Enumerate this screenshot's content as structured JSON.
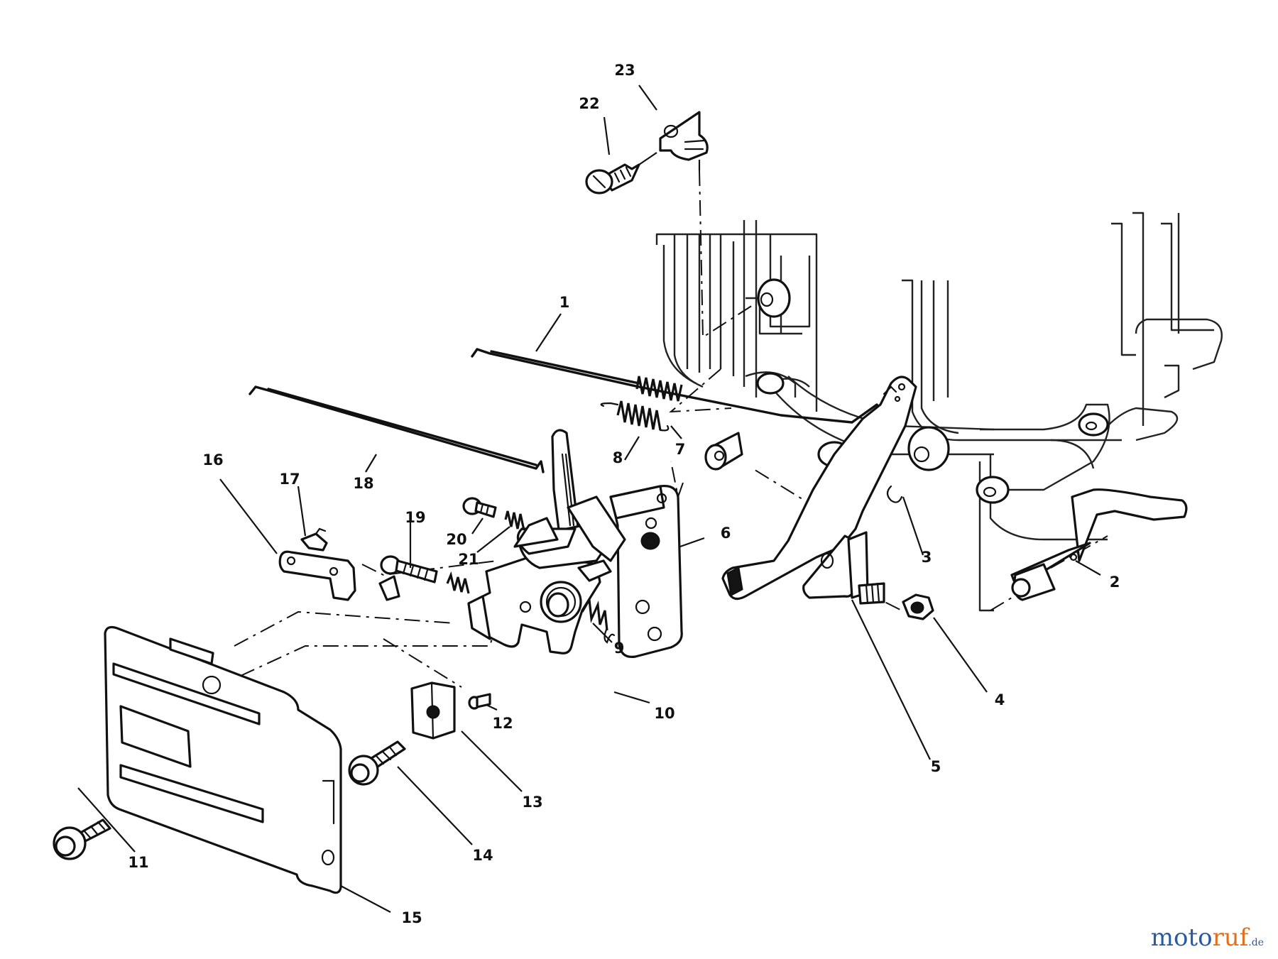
{
  "callouts": {
    "c1": "1",
    "c2": "2",
    "c3": "3",
    "c4": "4",
    "c5": "5",
    "c6": "6",
    "c7": "7",
    "c8": "8",
    "c9": "9",
    "c10": "10",
    "c11": "11",
    "c12": "12",
    "c13": "13",
    "c14": "14",
    "c15": "15",
    "c16": "16",
    "c17": "17",
    "c18": "18",
    "c19": "19",
    "c20": "20",
    "c21": "21",
    "c22": "22",
    "c23": "23"
  },
  "watermark": {
    "part1": "moto",
    "part2": "ruf",
    "part3": ".de"
  }
}
